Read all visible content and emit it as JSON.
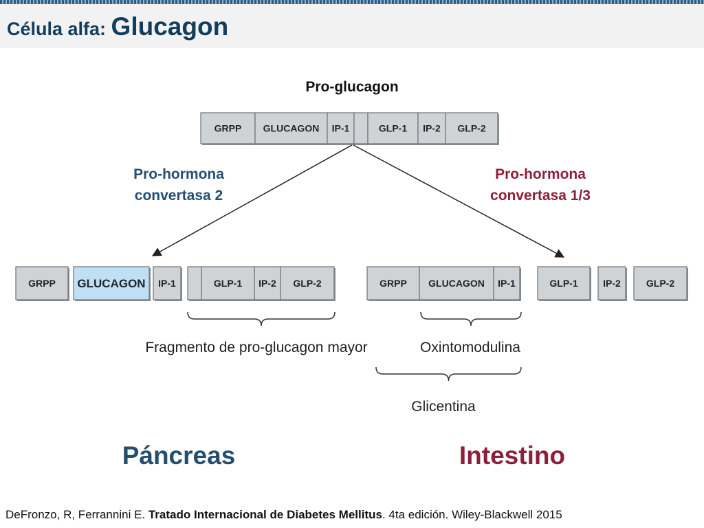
{
  "header": {
    "title_prefix": "Célula alfa: ",
    "title_main": "Glucagon"
  },
  "precursor": {
    "label": "Pro-glucagon",
    "segments": [
      "GRPP",
      "GLUCAGON",
      "IP-1",
      "",
      "GLP-1",
      "IP-2",
      "GLP-2"
    ]
  },
  "enzymes": {
    "pc2": [
      "Pro-hormona",
      "convertasa 2"
    ],
    "pc13": [
      "Pro-hormona",
      "convertasa 1/3"
    ]
  },
  "pancreas_products": {
    "grpp": [
      "GRPP"
    ],
    "glucagon": [
      "GLUCAGON"
    ],
    "ip1": [
      "IP-1"
    ],
    "major_fragment": [
      "",
      "GLP-1",
      "IP-2",
      "GLP-2"
    ]
  },
  "intestine_products": {
    "glicentin_part": [
      "GRPP",
      "GLUCAGON",
      "IP-1"
    ],
    "glp1": [
      "GLP-1"
    ],
    "ip2": [
      "IP-2"
    ],
    "glp2": [
      "GLP-2"
    ]
  },
  "labels": {
    "major_fragment": "Fragmento de pro-glucagon mayor",
    "oxyntomodulin": "Oxintomodulina",
    "glicentin": "Glicentina",
    "pancreas": "Páncreas",
    "intestine": "Intestino"
  },
  "reference": {
    "authors": "DeFronzo, R, Ferrannini E. ",
    "book": "Tratado Internacional de Diabetes Mellitus",
    "edition": ". 4ta edición. Wiley-Blackwell 2015"
  },
  "colors": {
    "title": "#123e5e",
    "pancreas": "#254d70",
    "intestine": "#8e1f3a",
    "segment_fill": "#cfd3d6",
    "glucagon_highlight": "#bfe0f4"
  }
}
